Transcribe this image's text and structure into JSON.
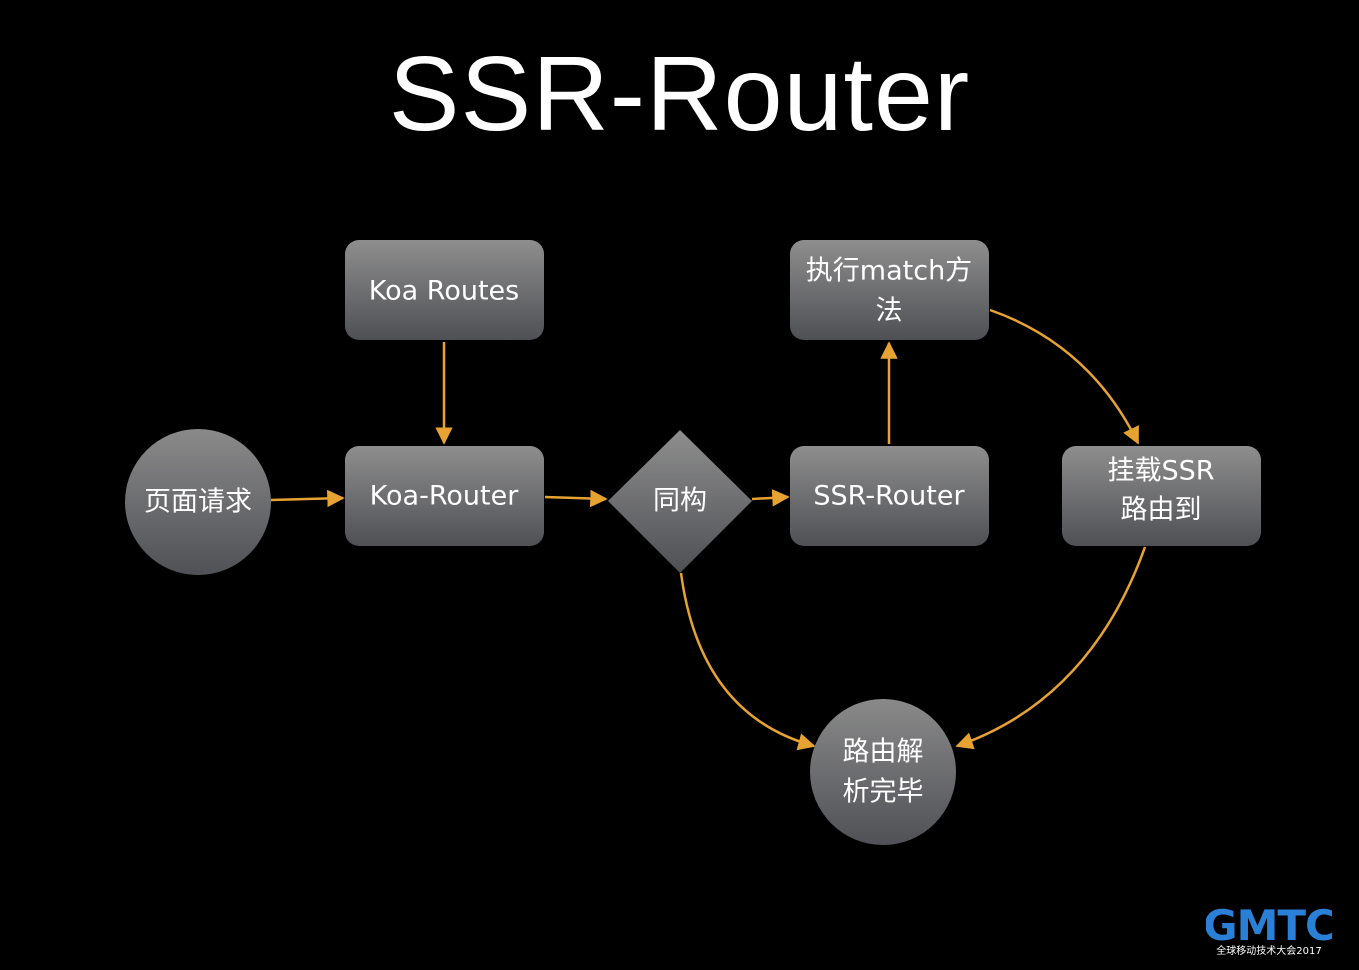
{
  "title": "SSR-Router",
  "colors": {
    "background": "#000000",
    "node_fill_top": "#8a8a8a",
    "node_fill_bottom": "#555555",
    "edge": "#e7a332",
    "logo": "#2a7fd6"
  },
  "nodes": {
    "page_request": "页面请求",
    "koa_routes": "Koa Routes",
    "koa_router": "Koa-Router",
    "isomorphic": "同构",
    "ssr_router": "SSR-Router",
    "exec_match_line1": "执行match方",
    "exec_match_line2": "法",
    "mount_ssr_line1": "挂载SSR",
    "mount_ssr_line2": "路由到",
    "route_done_line1": "路由解",
    "route_done_line2": "析完毕"
  },
  "logo": {
    "text": "GMTC",
    "subtext": "全球移动技术大会2017"
  }
}
